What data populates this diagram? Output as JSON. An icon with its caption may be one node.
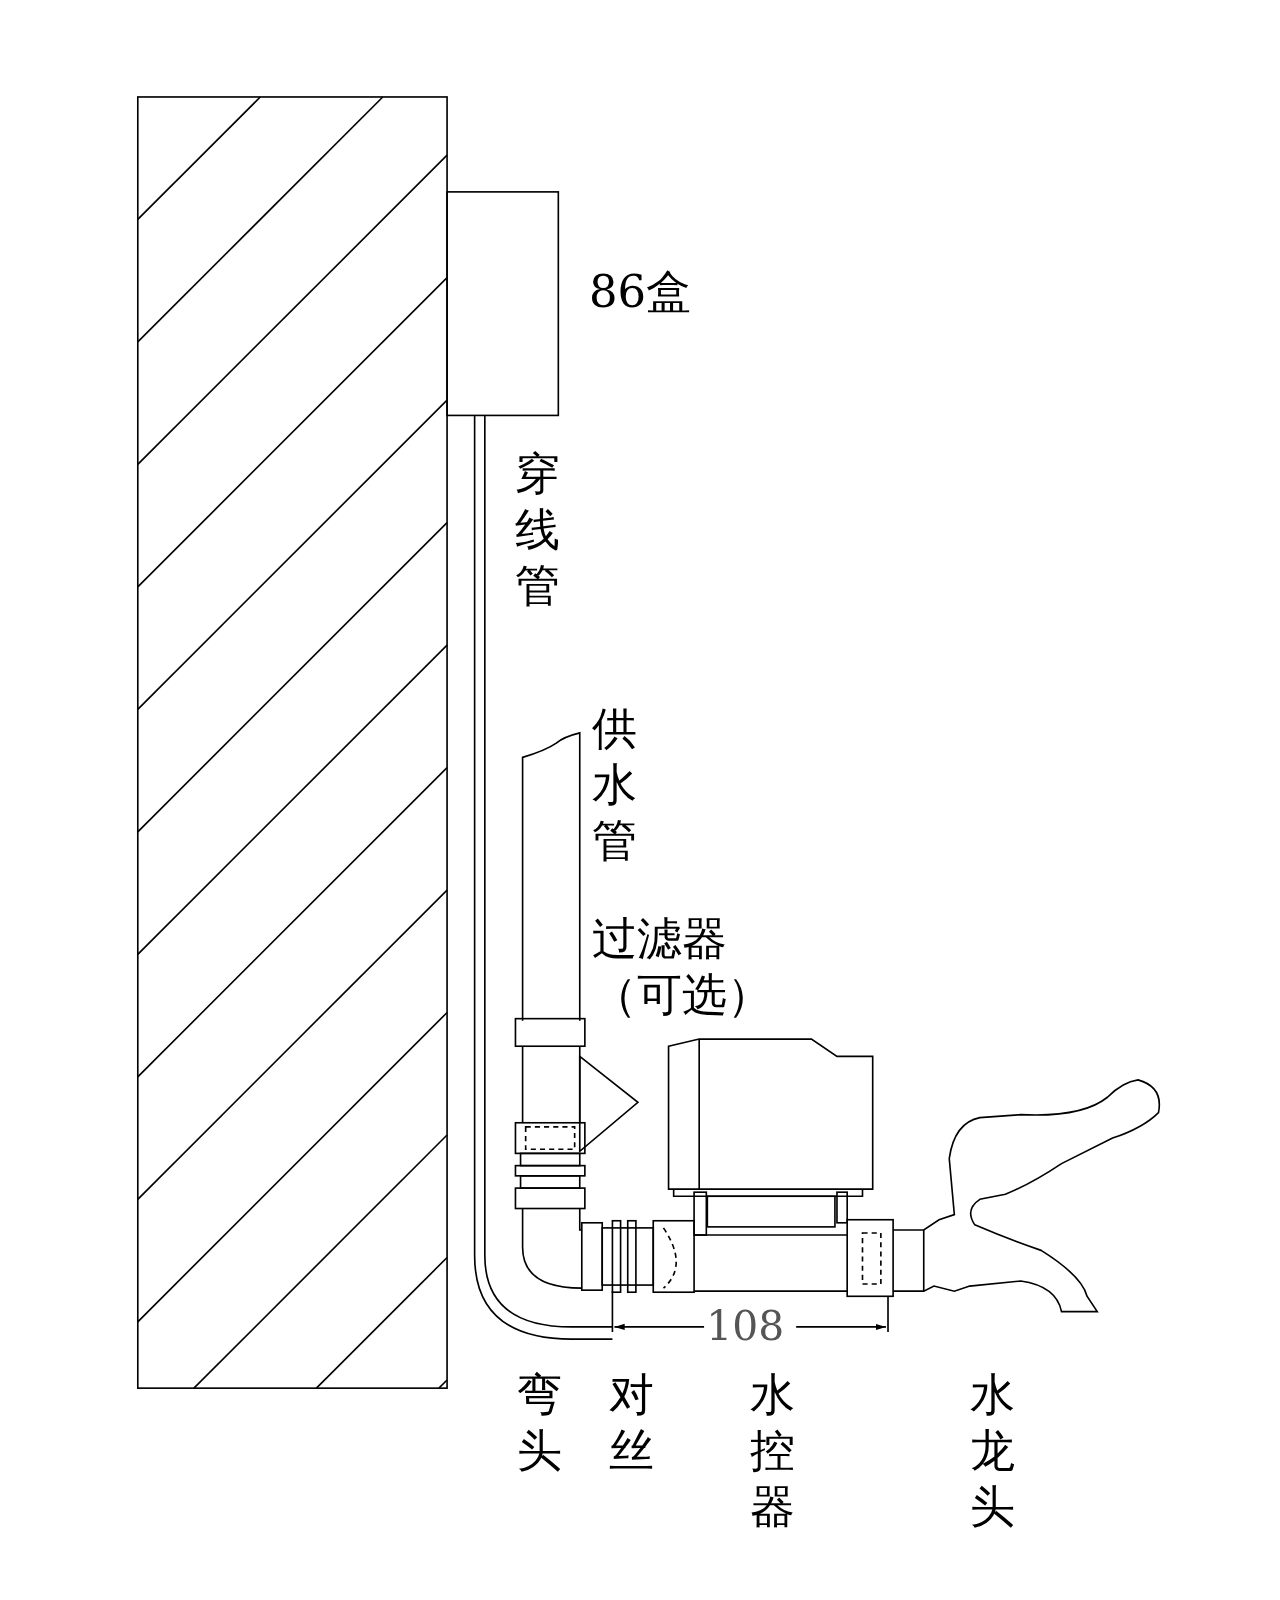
{
  "diagram": {
    "labels": [
      "86盒",
      "穿线管",
      "供水管",
      "过滤器（可选）",
      "108",
      "弯头",
      "对丝",
      "水控器",
      "水龙头"
    ]
  }
}
